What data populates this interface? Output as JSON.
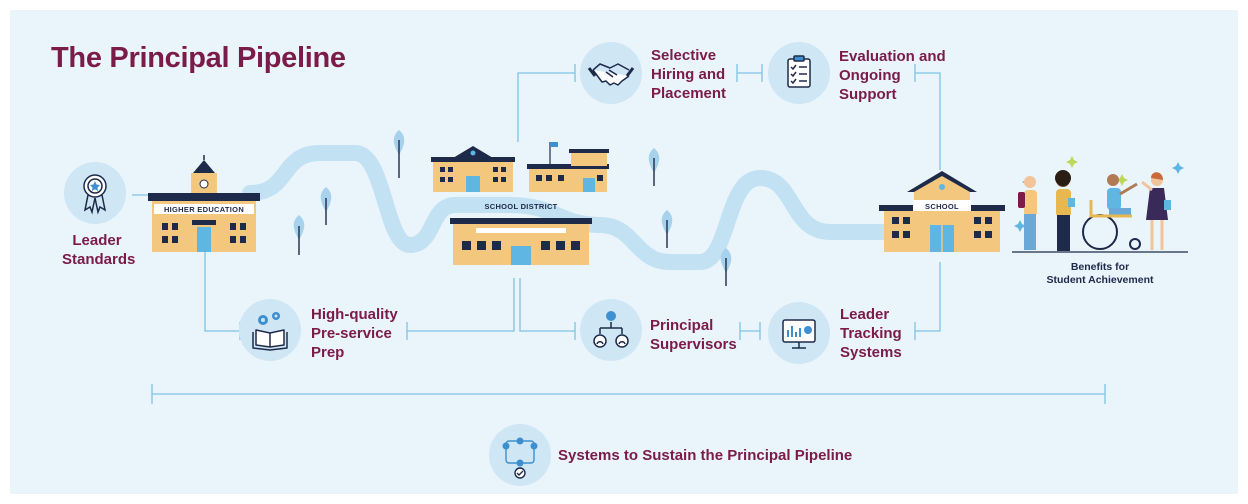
{
  "title": "The Principal Pipeline",
  "leader_standards": [
    "Leader",
    "Standards"
  ],
  "higher_education_sign": "HIGHER EDUCATION",
  "school_district_label": "SCHOOL DISTRICT",
  "school_sign": "SCHOOL",
  "selective_hiring": [
    "Selective",
    "Hiring and",
    "Placement"
  ],
  "evaluation_support": [
    "Evaluation and",
    "Ongoing",
    "Support"
  ],
  "preservice_prep": [
    "High-quality",
    "Pre-service",
    "Prep"
  ],
  "principal_supervisors": [
    "Principal",
    "Supervisors"
  ],
  "leader_tracking": [
    "Leader",
    "Tracking",
    "Systems"
  ],
  "benefits": [
    "Benefits for",
    "Student Achievement"
  ],
  "systems_sustain": "Systems to Sustain the Principal Pipeline",
  "icons": {
    "ribbon": "award-ribbon-icon",
    "handshake": "handshake-icon",
    "checklist": "clipboard-checklist-icon",
    "book": "book-gears-icon",
    "org": "org-chart-icon",
    "tracking": "monitor-chart-icon",
    "systems": "process-cycle-icon"
  },
  "colors": {
    "title": "#7a1b4a",
    "background": "#eaf4fb",
    "connector": "#7fc3e4",
    "icon_circle": "#cfe6f5",
    "building": "#f4c77e",
    "roof": "#1e2a4a"
  }
}
